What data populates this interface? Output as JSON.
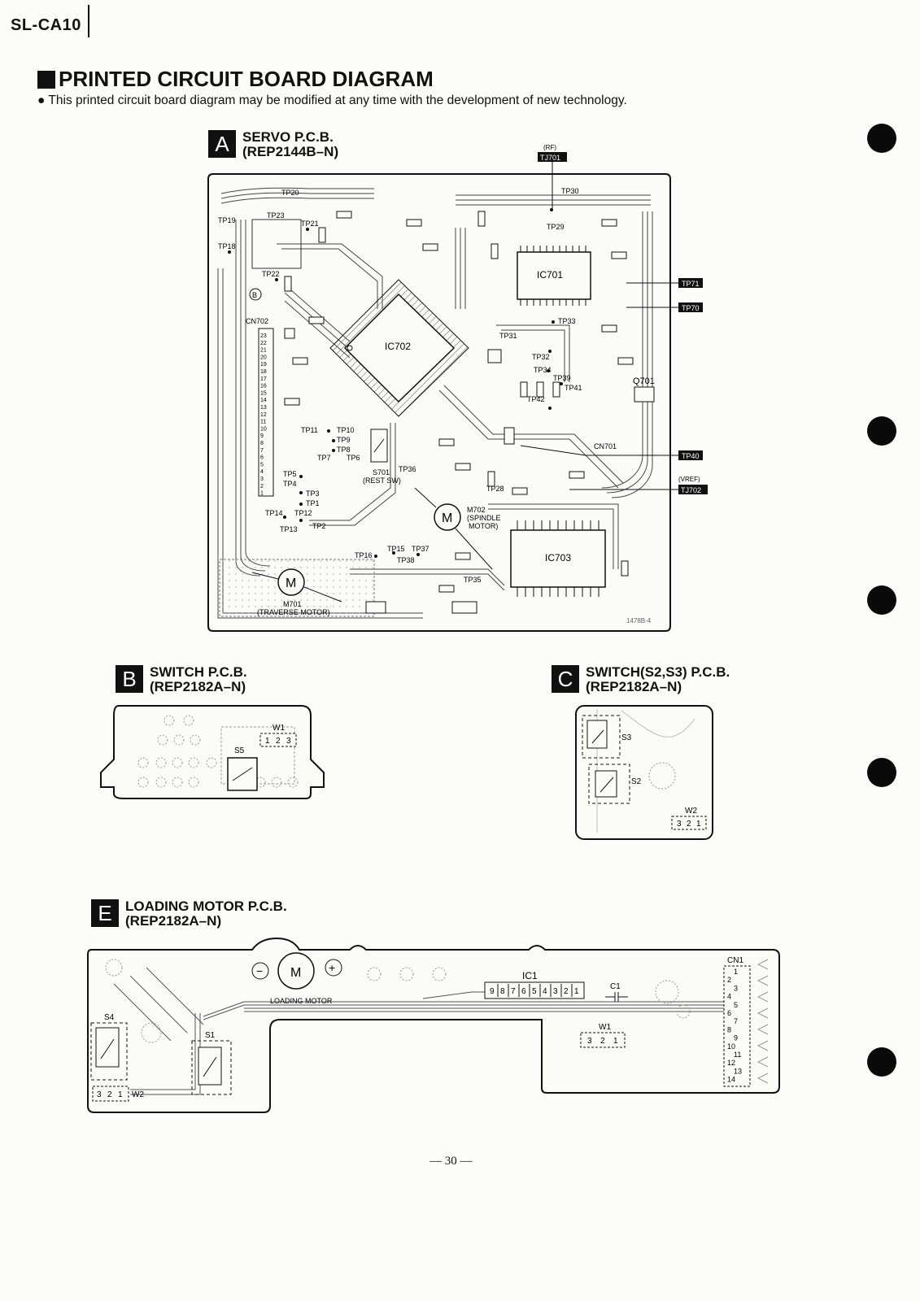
{
  "header": {
    "model": "SL-CA10"
  },
  "page": {
    "title": "PRINTED CIRCUIT BOARD DIAGRAM",
    "note": "This printed circuit board diagram may be modified at any time with the development of new technology.",
    "page_number": "— 30 —"
  },
  "boards": {
    "a": {
      "letter": "A",
      "title": "SERVO P.C.B.",
      "part": "(REP2144B–N)",
      "ic_labels": [
        "IC701",
        "IC702",
        "IC703"
      ],
      "motor_spindle": "M702",
      "motor_spindle_desc1": "(SPINDLE",
      "motor_spindle_desc2": "MOTOR)",
      "motor_traverse": "M701",
      "motor_traverse_desc": "(TRAVERSE MOTOR)",
      "motor_symbol": "M",
      "switch_label": "S701",
      "switch_desc": "(REST SW)",
      "connector": "CN702",
      "connector2": "CN701",
      "transistor": "Q701",
      "board_code": "1478B-4",
      "callouts": {
        "rf": "(RF)",
        "tj701": "TJ701",
        "tp71": "TP71",
        "tp70": "TP70",
        "tp40": "TP40",
        "vref": "(VREF)",
        "tj702": "TJ702"
      },
      "test_points": [
        "TP20",
        "TP23",
        "TP19",
        "TP18",
        "TP21",
        "TP22",
        "TP11",
        "TP10",
        "TP9",
        "TP8",
        "TP7",
        "TP6",
        "TP5",
        "TP4",
        "TP3",
        "TP1",
        "TP14",
        "TP12",
        "TP13",
        "TP2",
        "TP16",
        "TP15",
        "TP38",
        "TP37",
        "TP36",
        "TP35",
        "TP30",
        "TP29",
        "TP33",
        "TP32",
        "TP34",
        "TP39",
        "TP41",
        "TP42",
        "TP28",
        "TP31"
      ],
      "cn702_pins": [
        "23",
        "22",
        "21",
        "20",
        "19",
        "18",
        "17",
        "16",
        "15",
        "14",
        "13",
        "12",
        "11",
        "10",
        "9",
        "8",
        "7",
        "6",
        "5",
        "4",
        "3",
        "2",
        "1"
      ]
    },
    "b": {
      "letter": "B",
      "title": "SWITCH P.C.B.",
      "part": "(REP2182A–N)",
      "switch": "S5",
      "connector": "W1",
      "pins": [
        "1",
        "2",
        "3"
      ]
    },
    "c": {
      "letter": "C",
      "title": "SWITCH(S2,S3) P.C.B.",
      "part": "(REP2182A–N)",
      "switch_top": "S3",
      "switch_bottom": "S2",
      "connector": "W2",
      "pins": [
        "3",
        "2",
        "1"
      ]
    },
    "e": {
      "letter": "E",
      "title": "LOADING MOTOR P.C.B.",
      "part": "(REP2182A–N)",
      "motor_symbol": "M",
      "motor_label": "LOADING MOTOR",
      "minus": "−",
      "plus": "+",
      "ic": "IC1",
      "ic_pins": [
        "9",
        "8",
        "7",
        "6",
        "5",
        "4",
        "3",
        "2",
        "1"
      ],
      "capacitor": "C1",
      "connector_cn": "CN1",
      "cn_pins": [
        "1",
        "2",
        "3",
        "4",
        "5",
        "6",
        "7",
        "8",
        "9",
        "10",
        "11",
        "12",
        "13",
        "14"
      ],
      "w1": "W1",
      "w1_pins": [
        "3",
        "2",
        "1"
      ],
      "w2": "W2",
      "w2_pins": [
        "3",
        "2",
        "1"
      ],
      "s1": "S1",
      "s4": "S4"
    }
  },
  "colors": {
    "ink": "#111111",
    "paper": "#fcfcfa",
    "trace": "#444444"
  }
}
